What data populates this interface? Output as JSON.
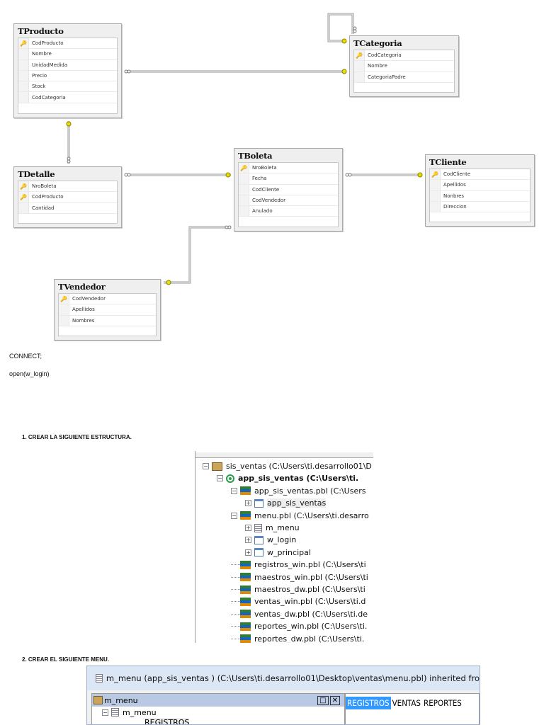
{
  "diagram": {
    "tables": [
      {
        "name": "TProducto",
        "columns": [
          {
            "name": "CodProducto",
            "pk": true
          },
          {
            "name": "Nombre"
          },
          {
            "name": "UnidadMedida"
          },
          {
            "name": "Precio"
          },
          {
            "name": "Stock"
          },
          {
            "name": "CodCategoria"
          }
        ]
      },
      {
        "name": "TCategoria",
        "columns": [
          {
            "name": "CodCategoria",
            "pk": true
          },
          {
            "name": "Nombre"
          },
          {
            "name": "CategoriaPadre"
          }
        ]
      },
      {
        "name": "TDetalle",
        "columns": [
          {
            "name": "NroBoleta",
            "pk": true
          },
          {
            "name": "CodProducto",
            "pk": true
          },
          {
            "name": "Cantidad"
          }
        ]
      },
      {
        "name": "TBoleta",
        "columns": [
          {
            "name": "NroBoleta",
            "pk": true
          },
          {
            "name": "Fecha"
          },
          {
            "name": "CodCliente"
          },
          {
            "name": "CodVendedor"
          },
          {
            "name": "Anulado"
          }
        ]
      },
      {
        "name": "TCliente",
        "columns": [
          {
            "name": "CodCliente",
            "pk": true
          },
          {
            "name": "Apellidos"
          },
          {
            "name": "Nonbres"
          },
          {
            "name": "Direccion"
          }
        ]
      },
      {
        "name": "TVendedor",
        "columns": [
          {
            "name": "CodVendedor",
            "pk": true
          },
          {
            "name": "Apellidos"
          },
          {
            "name": "Nombres"
          }
        ]
      }
    ],
    "relationships": [
      {
        "from": "TProducto",
        "to": "TCategoria"
      },
      {
        "from": "TCategoria",
        "to": "TCategoria"
      },
      {
        "from": "TDetalle",
        "to": "TProducto"
      },
      {
        "from": "TDetalle",
        "to": "TBoleta"
      },
      {
        "from": "TBoleta",
        "to": "TCliente"
      },
      {
        "from": "TBoleta",
        "to": "TVendedor"
      }
    ],
    "key_color": "#d4c400"
  },
  "code": {
    "line1": "CONNECT;",
    "line2": "open(w_login)"
  },
  "step1": "1.    CREAR LA SIGUIENTE ESTRUCTURA.",
  "step2": "2.    CREAR EL SIGUIENTE MENU.",
  "tree": [
    {
      "label": "sis_ventas (C:\\Users\\ti.desarrollo01\\D",
      "icon": "workspace-icon",
      "level": 0,
      "toggle": "-"
    },
    {
      "label": "app_sis_ventas (C:\\Users\\ti.",
      "icon": "application-icon",
      "level": 1,
      "toggle": "-",
      "bold": true
    },
    {
      "label": "app_sis_ventas.pbl (C:\\Users",
      "icon": "library-icon",
      "level": 2,
      "toggle": "-"
    },
    {
      "label": "app_sis_ventas",
      "icon": "application-object-icon",
      "level": 3,
      "toggle": "+",
      "highlight": true
    },
    {
      "label": "menu.pbl (C:\\Users\\ti.desarro",
      "icon": "library-icon",
      "level": 2,
      "toggle": "-"
    },
    {
      "label": "m_menu",
      "icon": "menu-icon",
      "level": 3,
      "toggle": "+"
    },
    {
      "label": "w_login",
      "icon": "window-icon",
      "level": 3,
      "toggle": "+"
    },
    {
      "label": "w_principal",
      "icon": "window-icon",
      "level": 3,
      "toggle": "+"
    },
    {
      "label": "registros_win.pbl (C:\\Users\\ti",
      "icon": "library-icon",
      "level": 2
    },
    {
      "label": "maestros_win.pbl (C:\\Users\\ti",
      "icon": "library-icon",
      "level": 2
    },
    {
      "label": "maestros_dw.pbl (C:\\Users\\ti",
      "icon": "library-icon",
      "level": 2
    },
    {
      "label": "ventas_win.pbl (C:\\Users\\ti.d",
      "icon": "library-icon",
      "level": 2
    },
    {
      "label": "ventas_dw.pbl (C:\\Users\\ti.de",
      "icon": "library-icon",
      "level": 2
    },
    {
      "label": "reportes_win.pbl (C:\\Users\\ti.",
      "icon": "library-icon",
      "level": 2
    },
    {
      "label": "reportes_dw.pbl (C:\\Users\\ti.",
      "icon": "library-icon",
      "level": 2
    }
  ],
  "menu_painter": {
    "title": "m_menu (app_sis_ventas ) (C:\\Users\\ti.desarrollo01\\Desktop\\ventas\\menu.pbl) inherited fro",
    "panel_caption": "m_menu",
    "tree_root": "m_menu",
    "tree_child": "REGISTROS",
    "menubar": [
      "REGISTROS",
      "VENTAS",
      "REPORTES"
    ],
    "selected_color": "#3399ff"
  }
}
